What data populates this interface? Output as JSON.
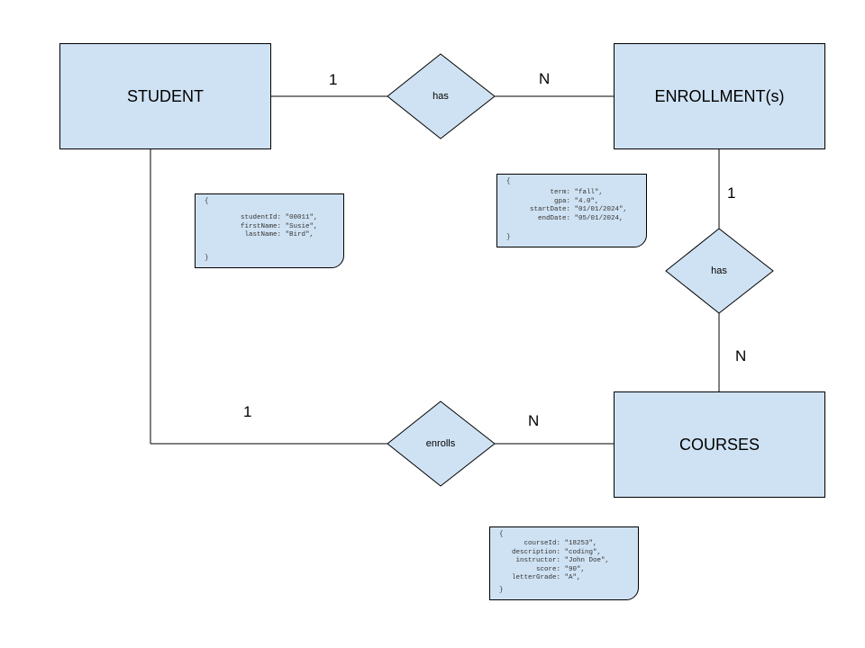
{
  "entities": {
    "student": "STUDENT",
    "enrollment": "ENROLLMENT(s)",
    "courses": "COURSES"
  },
  "relationships": {
    "student_enrollment": "has",
    "enrollment_courses": "has",
    "student_courses": "enrolls"
  },
  "cardinalities": {
    "student_enrollment_left": "1",
    "student_enrollment_right": "N",
    "enrollment_courses_top": "1",
    "enrollment_courses_bottom": "N",
    "student_courses_left": "1",
    "student_courses_right": "N"
  },
  "cards": {
    "open_brace": "{",
    "close_brace": "}",
    "student": [
      {
        "key": "studentId:",
        "value": "\"00011\","
      },
      {
        "key": "firstName:",
        "value": "\"Susie\","
      },
      {
        "key": "lastName:",
        "value": "\"Bird\","
      }
    ],
    "enrollment": [
      {
        "key": "term:",
        "value": "\"fall\","
      },
      {
        "key": "gpa:",
        "value": "\"4.0\","
      },
      {
        "key": "startDate:",
        "value": "\"01/01/2024\","
      },
      {
        "key": "endDate:",
        "value": "\"05/01/2024,"
      }
    ],
    "courses": [
      {
        "key": "courseId:",
        "value": "\"18253\","
      },
      {
        "key": "description:",
        "value": "\"coding\","
      },
      {
        "key": "instructor:",
        "value": "\"John Doe\","
      },
      {
        "key": "score:",
        "value": "\"90\","
      },
      {
        "key": "letterGrade:",
        "value": "\"A\","
      }
    ]
  },
  "colors": {
    "fill": "#cfe2f3",
    "stroke": "#000000"
  }
}
